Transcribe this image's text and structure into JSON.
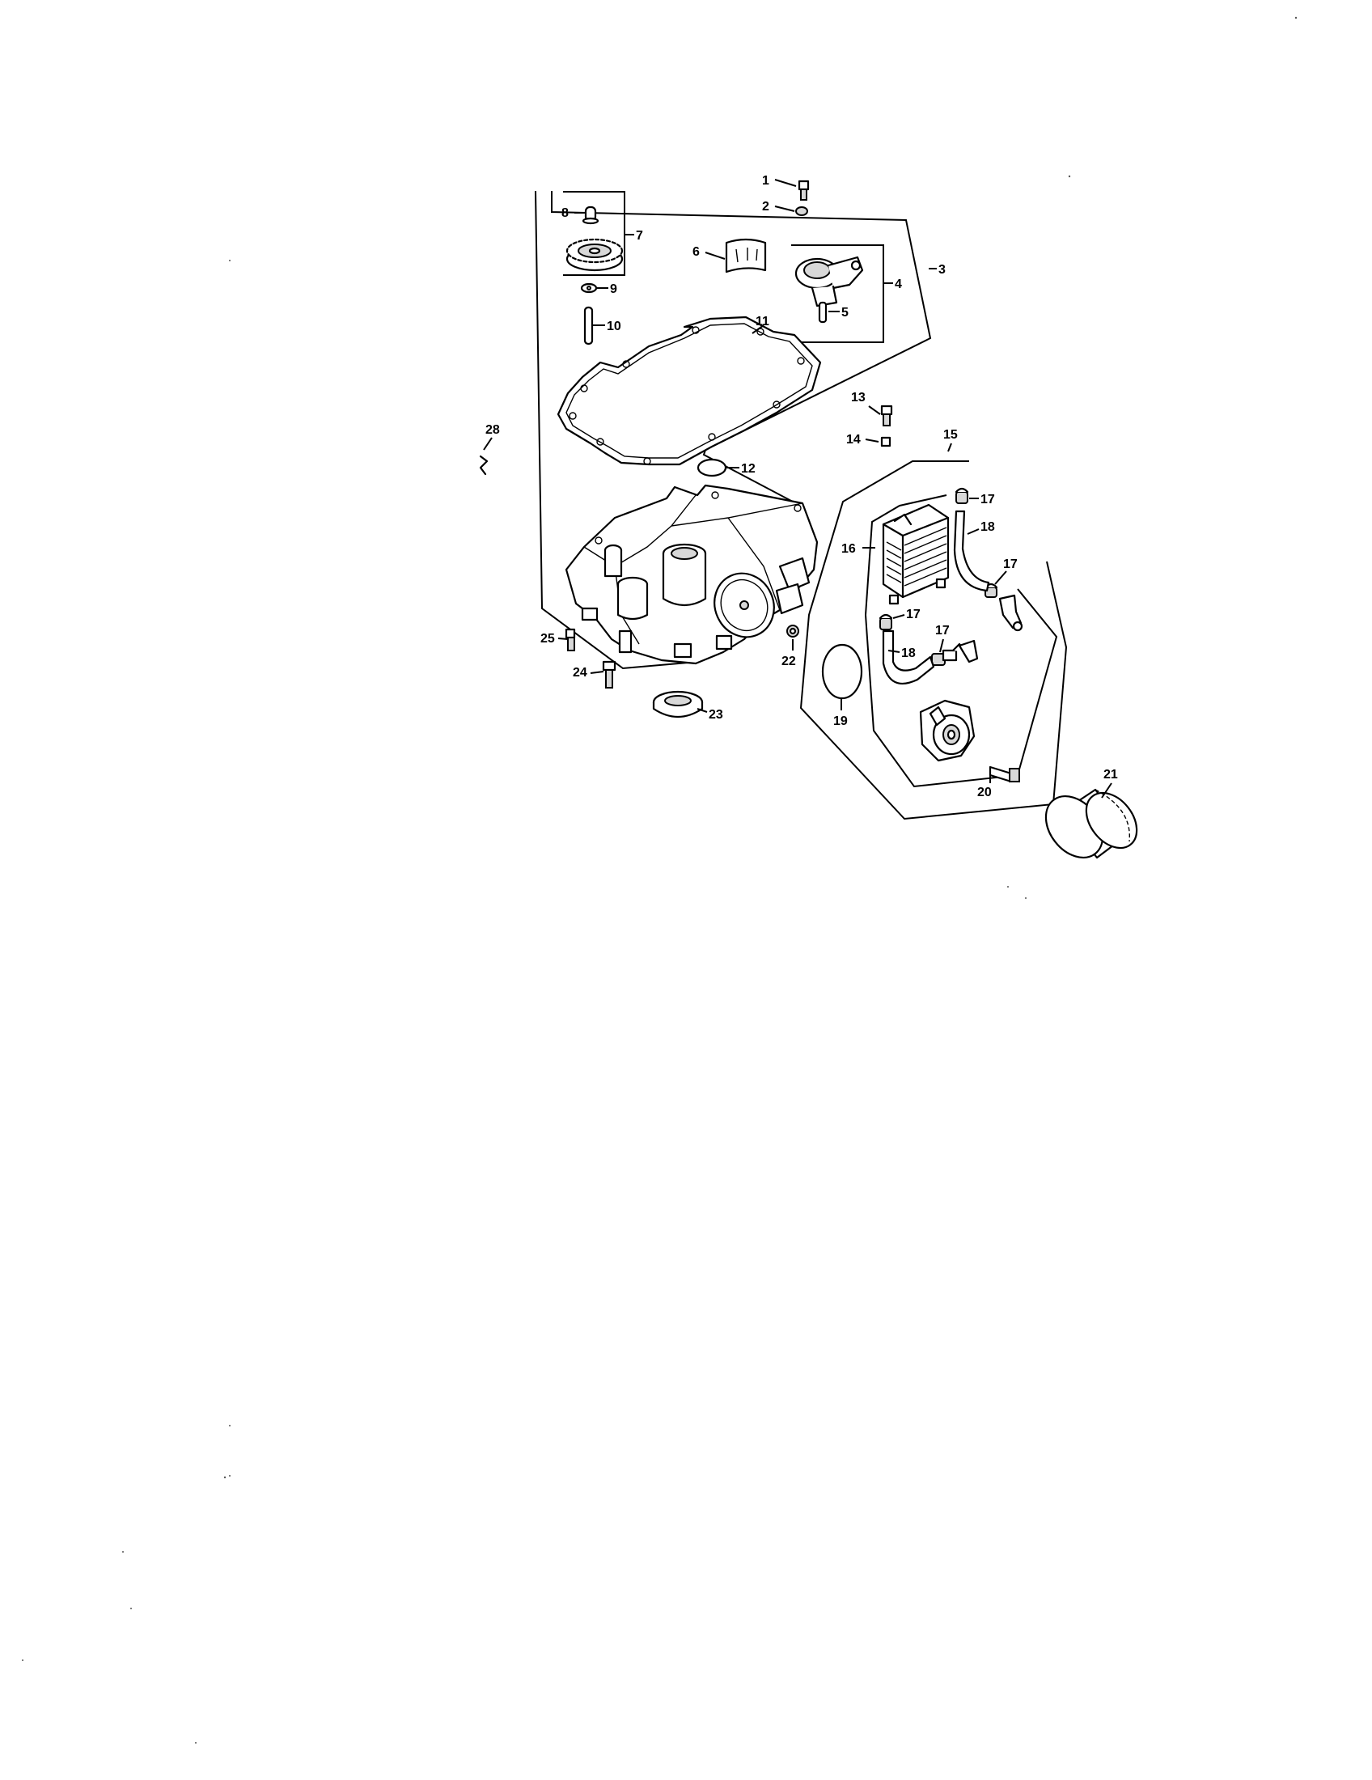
{
  "callouts": {
    "c1": "1",
    "c2": "2",
    "c3": "3",
    "c4": "4",
    "c5": "5",
    "c6": "6",
    "c7": "7",
    "c8": "8",
    "c9": "9",
    "c10": "10",
    "c11": "11",
    "c12": "12",
    "c13": "13",
    "c14": "14",
    "c15": "15",
    "c16": "16",
    "c17a": "17",
    "c17b": "17",
    "c17c": "17",
    "c17d": "17",
    "c18a": "18",
    "c18b": "18",
    "c19": "19",
    "c20": "20",
    "c21": "21",
    "c22": "22",
    "c23": "23",
    "c24": "24",
    "c25": "25",
    "c28": "28"
  }
}
